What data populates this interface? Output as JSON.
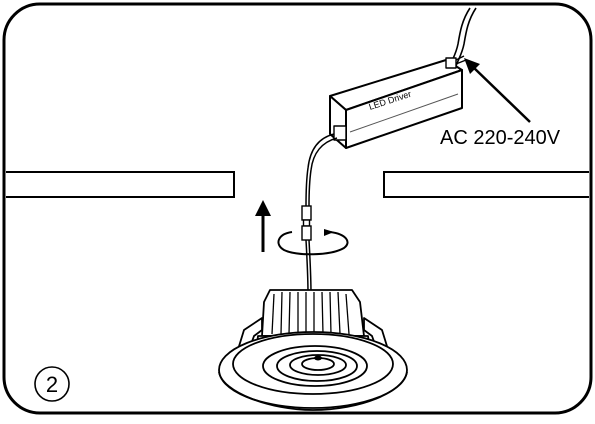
{
  "diagram": {
    "driver_label": "LED Driver",
    "supply_label": "AC 220-240V",
    "step_number": "2"
  }
}
